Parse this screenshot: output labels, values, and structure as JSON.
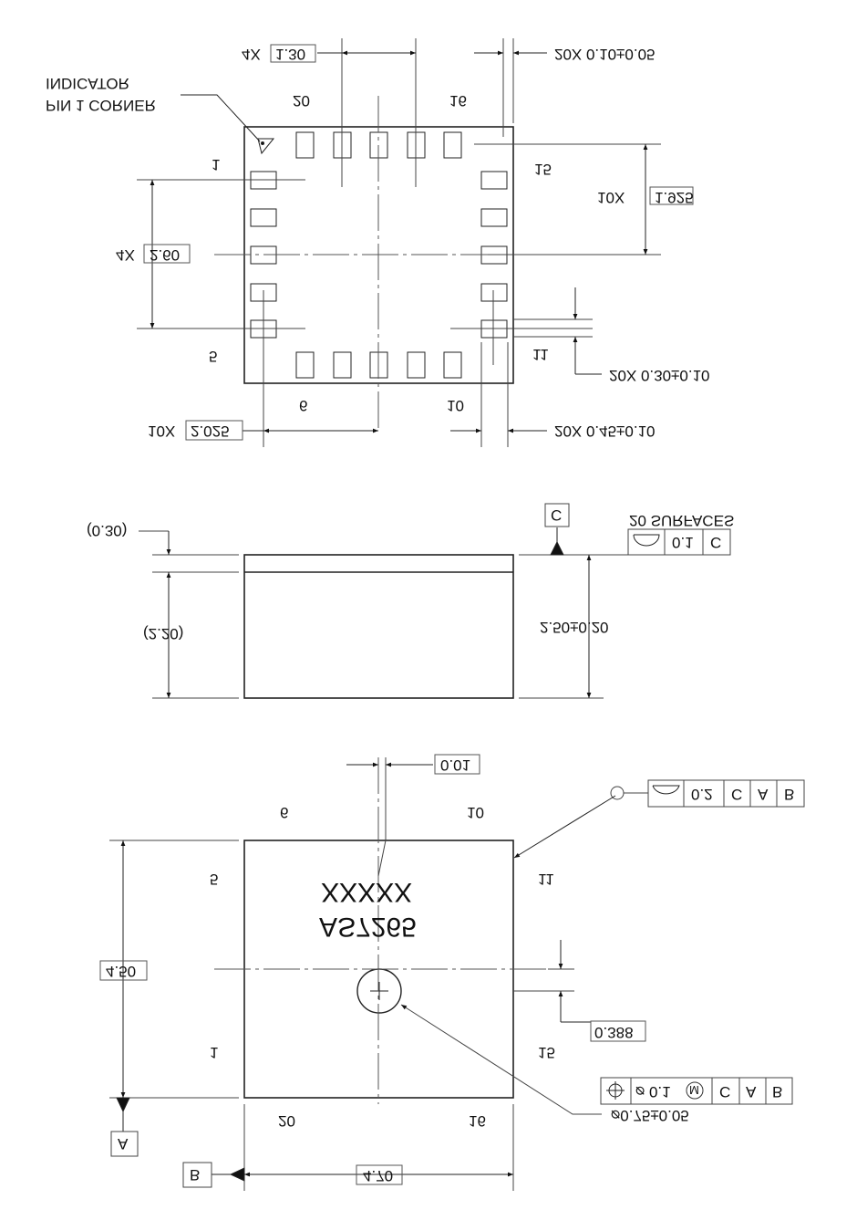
{
  "drawing": {
    "mirrored": "vertical",
    "top_view": {
      "pin1_label": [
        "PIN 1 CORNER",
        "INDICATOR"
      ],
      "pin_labels": {
        "p1": "1",
        "p5": "5",
        "p6": "6",
        "p10": "10",
        "p11": "11",
        "p15": "15",
        "p16": "16",
        "p20": "20"
      },
      "dims": {
        "pitch_top": {
          "prefix": "4X",
          "value": "1.30"
        },
        "pad_gap": "20X 0.10±0.05",
        "pitch_right": {
          "prefix": "10X",
          "value": "1.925"
        },
        "pitch_left": {
          "prefix": "4X",
          "value": "2.60"
        },
        "pad_height": "20X 0.30±0.10",
        "pitch_bottom": {
          "prefix": "10X",
          "value": "2.025"
        },
        "pad_width": "20X 0.45±0.10"
      }
    },
    "side_view": {
      "lid_thickness": "(0.30)",
      "body_height": "(2.20)",
      "total_height": "2.50±0.20",
      "datum": "C",
      "fcf": {
        "note": "20 SURFACES",
        "symbol": "profile-of-surface",
        "tolerance": "0.1",
        "datums": [
          "C"
        ]
      }
    },
    "bottom_view": {
      "marking": [
        "XXXXX",
        "AS7265"
      ],
      "pin_labels": {
        "p1": "1",
        "p5": "5",
        "p6": "6",
        "p10": "10",
        "p11": "11",
        "p15": "15",
        "p16": "16",
        "p20": "20"
      },
      "dims": {
        "offset_x": "0.01",
        "offset_y": "0.388",
        "height": "4.50",
        "width": "4.70",
        "hole_dia": "⌀0.75±0.05"
      },
      "datum_a": "A",
      "datum_b": "B",
      "fcf_profile": {
        "symbol": "profile-of-surface",
        "tolerance": "0.2",
        "datums": [
          "C",
          "A",
          "B"
        ]
      },
      "fcf_position": {
        "symbol": "position",
        "tolerance": "⌀ 0.1",
        "modifier": "M",
        "datums": [
          "C",
          "A",
          "B"
        ]
      }
    }
  }
}
